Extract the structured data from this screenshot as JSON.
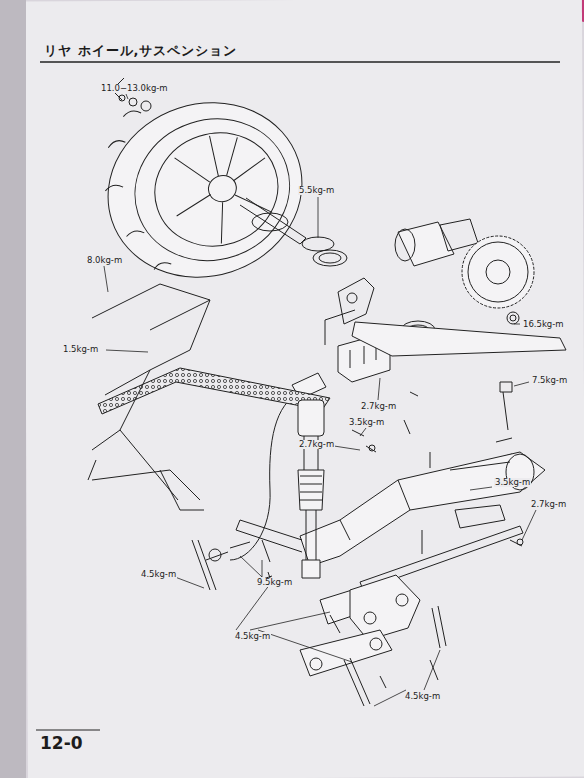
{
  "diagram": {
    "title": "リヤ ホイール,サスペンション",
    "labels": [
      "11.0−13.0kg-m",
      "5.5kg-m",
      "8.0kg-m",
      "16.5kg-m",
      "1.5kg-m",
      "7.5kg-m",
      "2.7kg-m",
      "3.5kg-m",
      "2.7kg-m",
      "3.5kg-m",
      "2.7kg-m",
      "4.5kg-m",
      "9.5kg-m",
      "4.5kg-m",
      "4.5kg-m",
      "12-0"
    ]
  }
}
